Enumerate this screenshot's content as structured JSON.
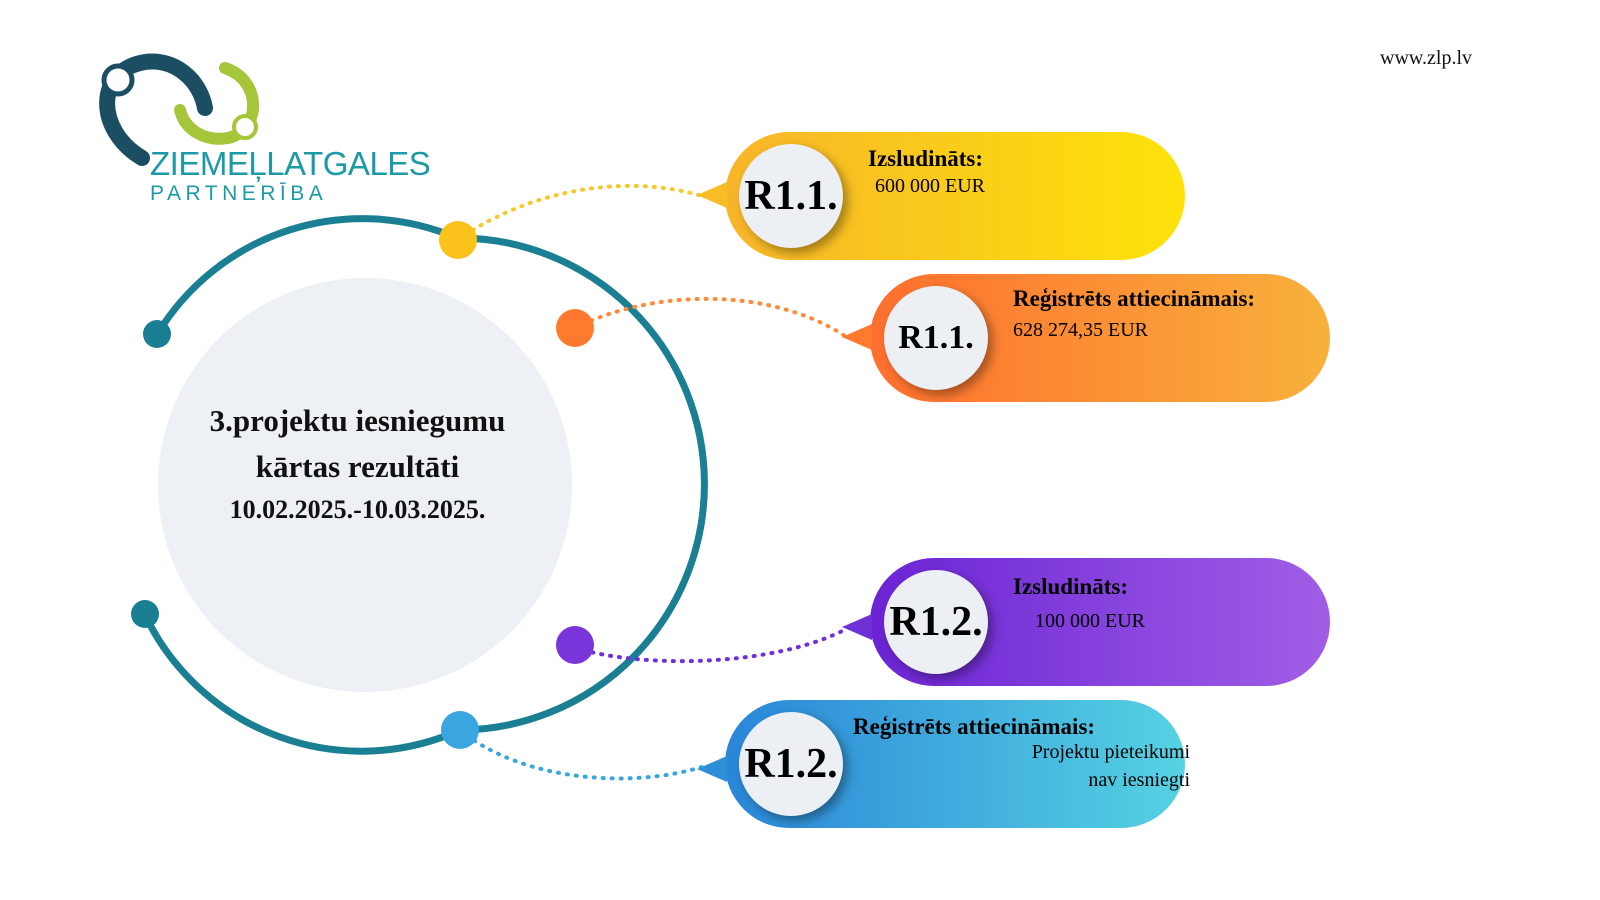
{
  "header": {
    "url": "www.zlp.lv"
  },
  "logo": {
    "line1": "ZIEMEĻLATGALES",
    "line2": "PARTNERĪBA"
  },
  "center": {
    "title_line1": "3.projektu iesniegumu",
    "title_line2": "kārtas rezultāti",
    "dates": "10.02.2025.-10.03.2025."
  },
  "items": [
    {
      "code": "R1.1.",
      "heading": "Izsludināts:",
      "value": "600 000 EUR",
      "color": "#fcc21c"
    },
    {
      "code": "R1.1.",
      "heading": "Reģistrēts attiecināmais:",
      "value": "628 274,35 EUR",
      "color": "#ff7a2e"
    },
    {
      "code": "R1.2.",
      "heading": "Izsludināts:",
      "value": "100 000 EUR",
      "color": "#7a35da"
    },
    {
      "code": "R1.2.",
      "heading": "Reģistrēts attiecināmais:",
      "value_line1": "Projektu pieteikumi",
      "value_line2": "nav iesniegti",
      "color": "#3aa6df"
    }
  ],
  "colors": {
    "ring": "#1b7f94",
    "logo_dark": "#1b4d63",
    "logo_green": "#a6c63a",
    "logo_teal": "#1c9aa6"
  }
}
